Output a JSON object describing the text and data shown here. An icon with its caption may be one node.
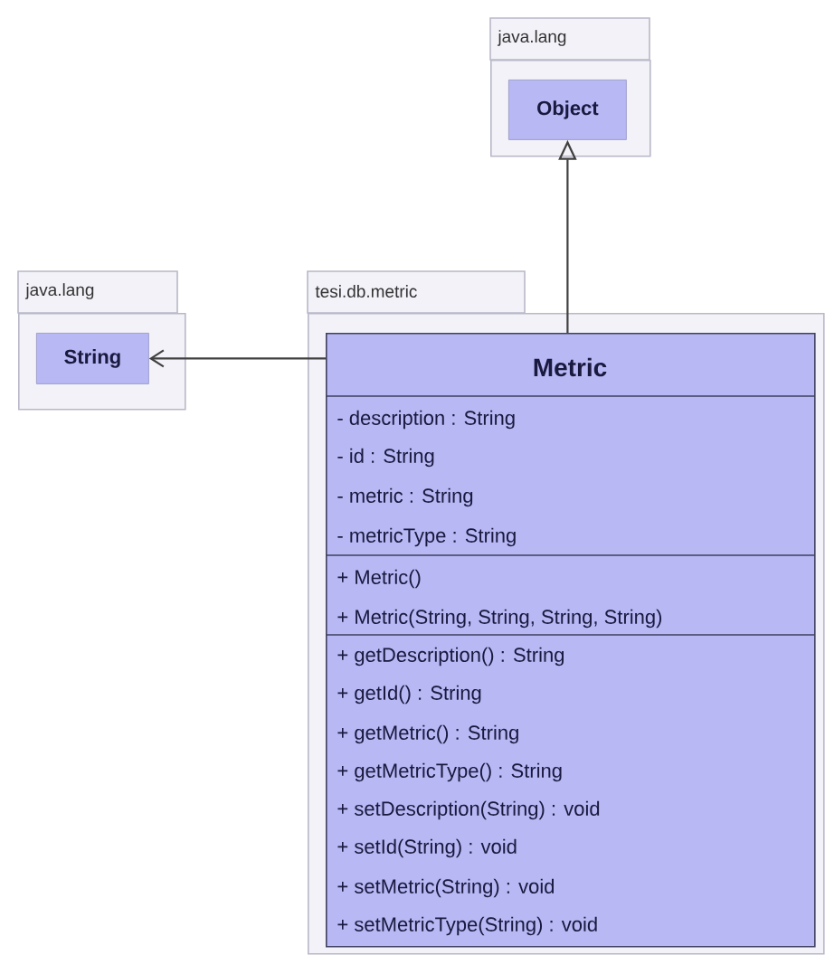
{
  "diagram": {
    "nodes": [
      {
        "text": [
          "java.lang"
        ]
      },
      {
        "text": [
          "Object"
        ],
        "in": 0
      },
      {
        "text": [
          "java.lang"
        ]
      },
      {
        "text": [
          "String"
        ],
        "in": 2
      },
      {
        "text": [
          "tesi.db.metric"
        ]
      },
      {
        "text": [
          "Metric",
          "- description : String",
          "- id : String",
          "- metric : String",
          "- metricType : String",
          "+ Metric()",
          "+ Metric(String, String, String, String)",
          "+ getDescription() : String",
          "+ getId() : String",
          "+ getMetric() : String",
          "+ getMetricType() : String",
          "+ setDescription(String) : void",
          "+ setId(String) : void",
          "+ setMetric(String) : void",
          "+ setMetricType(String) : void"
        ],
        "in": 4
      }
    ],
    "edges": [
      {
        "from": 5,
        "to": 1,
        "arrow": "to"
      },
      {
        "from": 5,
        "to": 3,
        "arrow": "to"
      }
    ]
  }
}
